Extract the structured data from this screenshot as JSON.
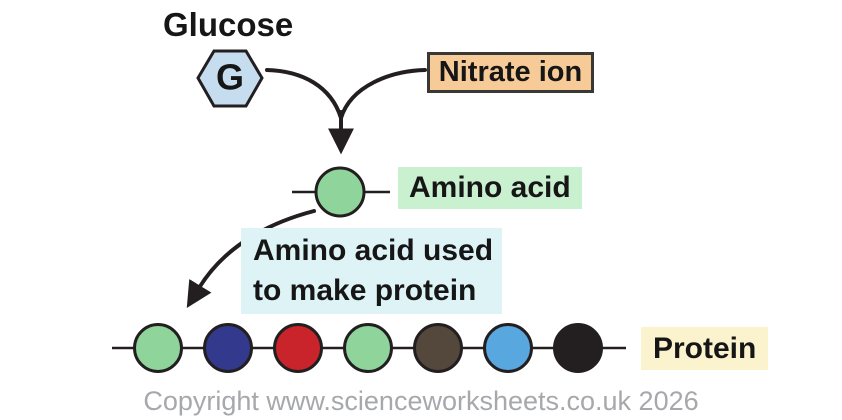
{
  "diagram": {
    "glucose": {
      "title": "Glucose",
      "symbol": "G"
    },
    "nitrate": {
      "label": "Nitrate ion"
    },
    "amino_acid": {
      "label": "Amino acid"
    },
    "note": {
      "line1": "Amino acid used",
      "line2": "to make protein"
    },
    "protein": {
      "label": "Protein",
      "beads": [
        {
          "name": "bead-green",
          "color": "#8fd49a"
        },
        {
          "name": "bead-navy",
          "color": "#333a8e"
        },
        {
          "name": "bead-red",
          "color": "#c9242b"
        },
        {
          "name": "bead-green",
          "color": "#8fd49a"
        },
        {
          "name": "bead-brown",
          "color": "#54483d"
        },
        {
          "name": "bead-blue",
          "color": "#58a7df"
        },
        {
          "name": "bead-black",
          "color": "#231f20"
        }
      ]
    },
    "colors": {
      "stroke_dark": "#231f20",
      "hexagon_fill": "#c6ddf0",
      "nitrate_bg": "#f7cb98",
      "nitrate_border": "#3a3835",
      "amino_bg": "#c9f0cf",
      "note_bg": "#def3f6",
      "protein_bg": "#faf3cd",
      "amino_circle_fill": "#8fd49a",
      "copyright_color": "#a6a8ab"
    }
  },
  "footer": {
    "copyright": "Copyright www.scienceworksheets.co.uk 2026"
  }
}
